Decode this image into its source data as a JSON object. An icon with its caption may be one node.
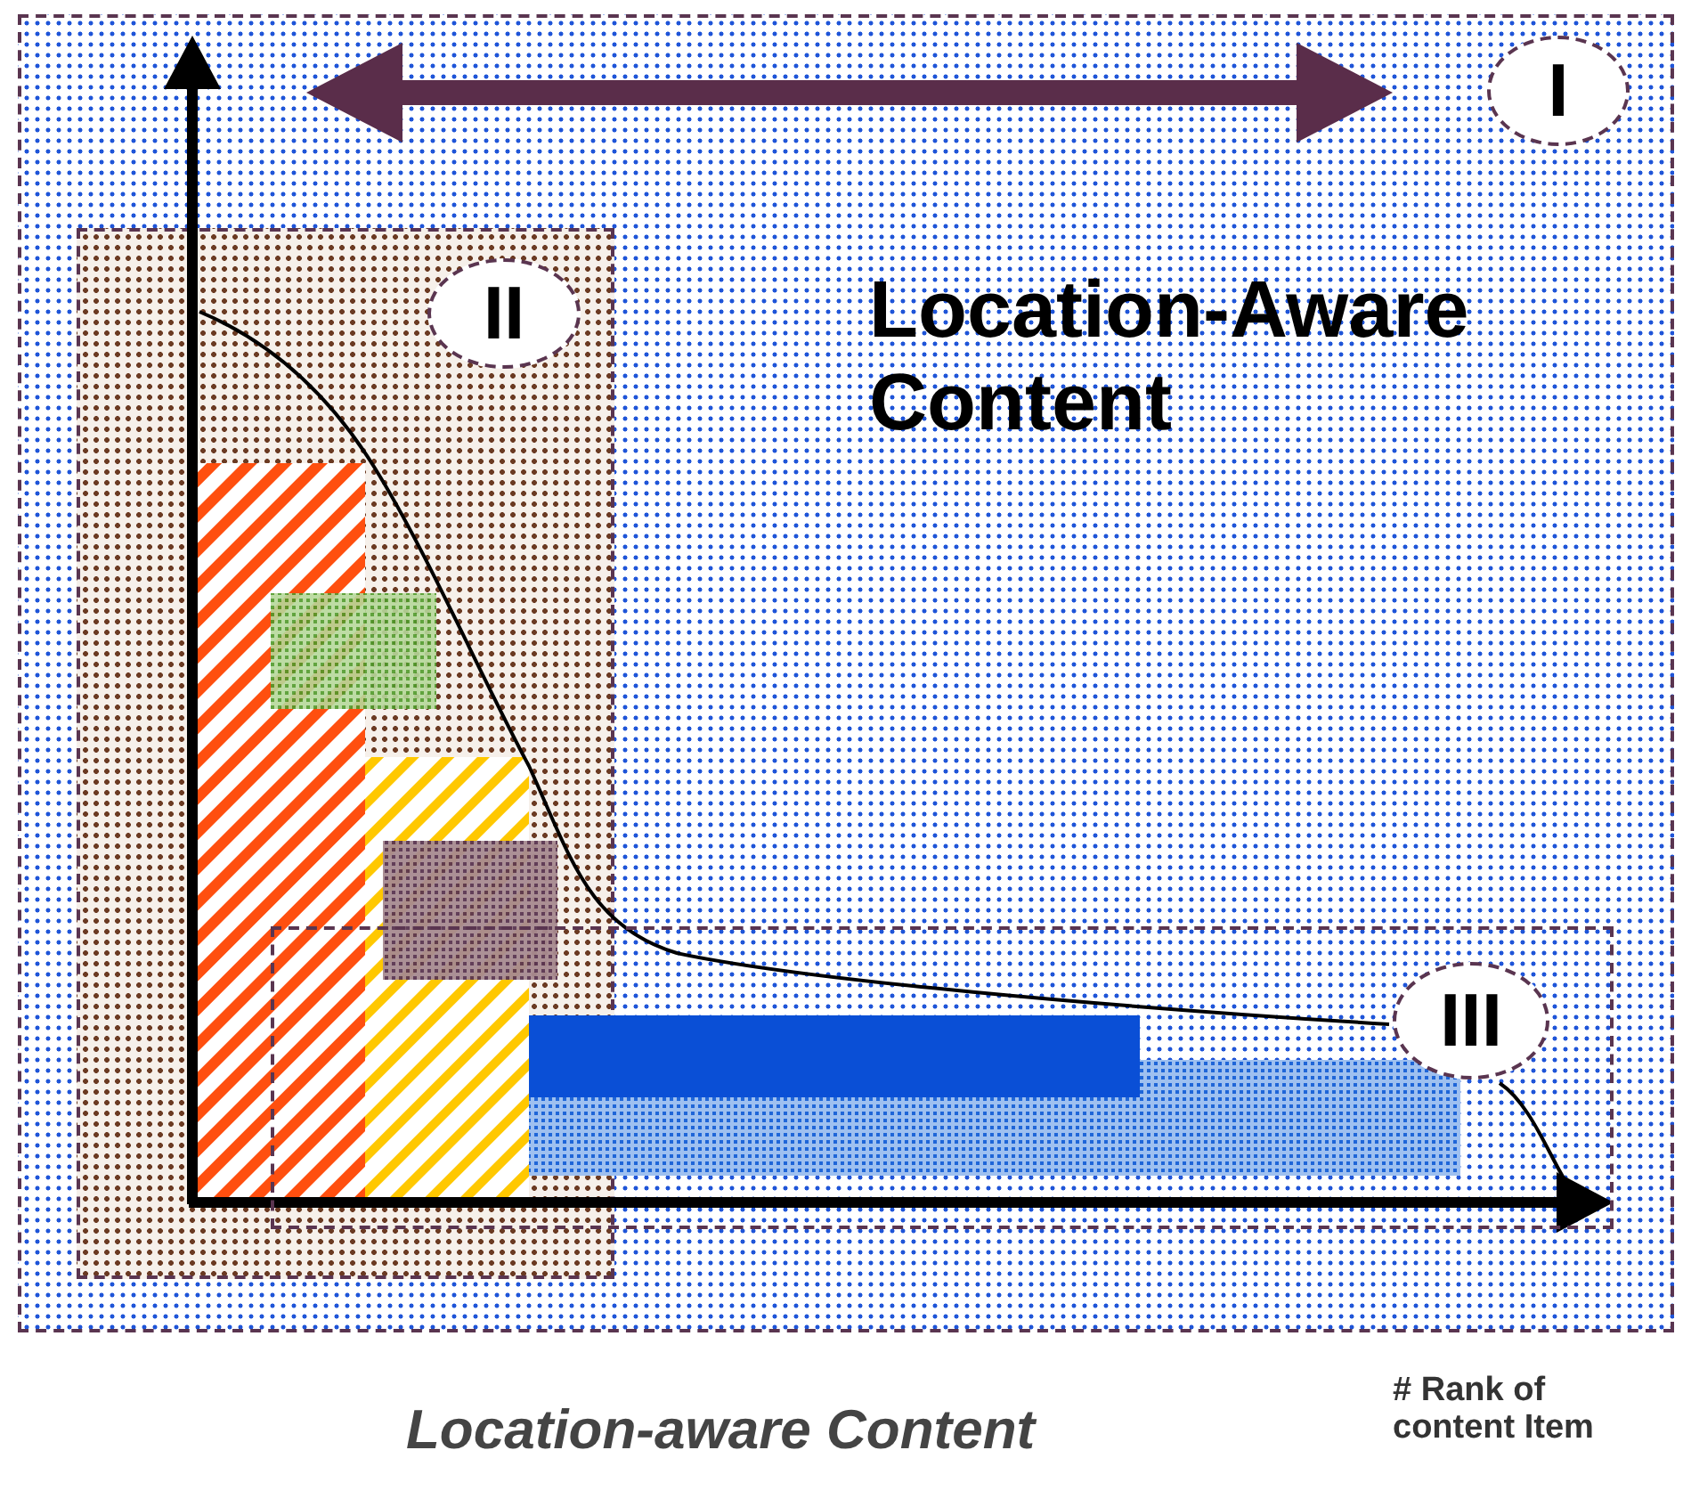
{
  "diagram": {
    "caption": "Location-aware Content",
    "nodes": [
      {
        "text": [],
        "shape": "box"
      },
      {
        "text": [
          "I"
        ],
        "in": 0
      },
      {
        "text": [],
        "shape": "box",
        "in": 0
      },
      {
        "text": [
          "II"
        ],
        "in": 2
      },
      {
        "text": [],
        "shape": "box",
        "in": 0
      },
      {
        "text": [
          "III"
        ],
        "in": 4
      }
    ],
    "labels": [
      "Location-Aware Content",
      "# Rank of content Item"
    ]
  }
}
